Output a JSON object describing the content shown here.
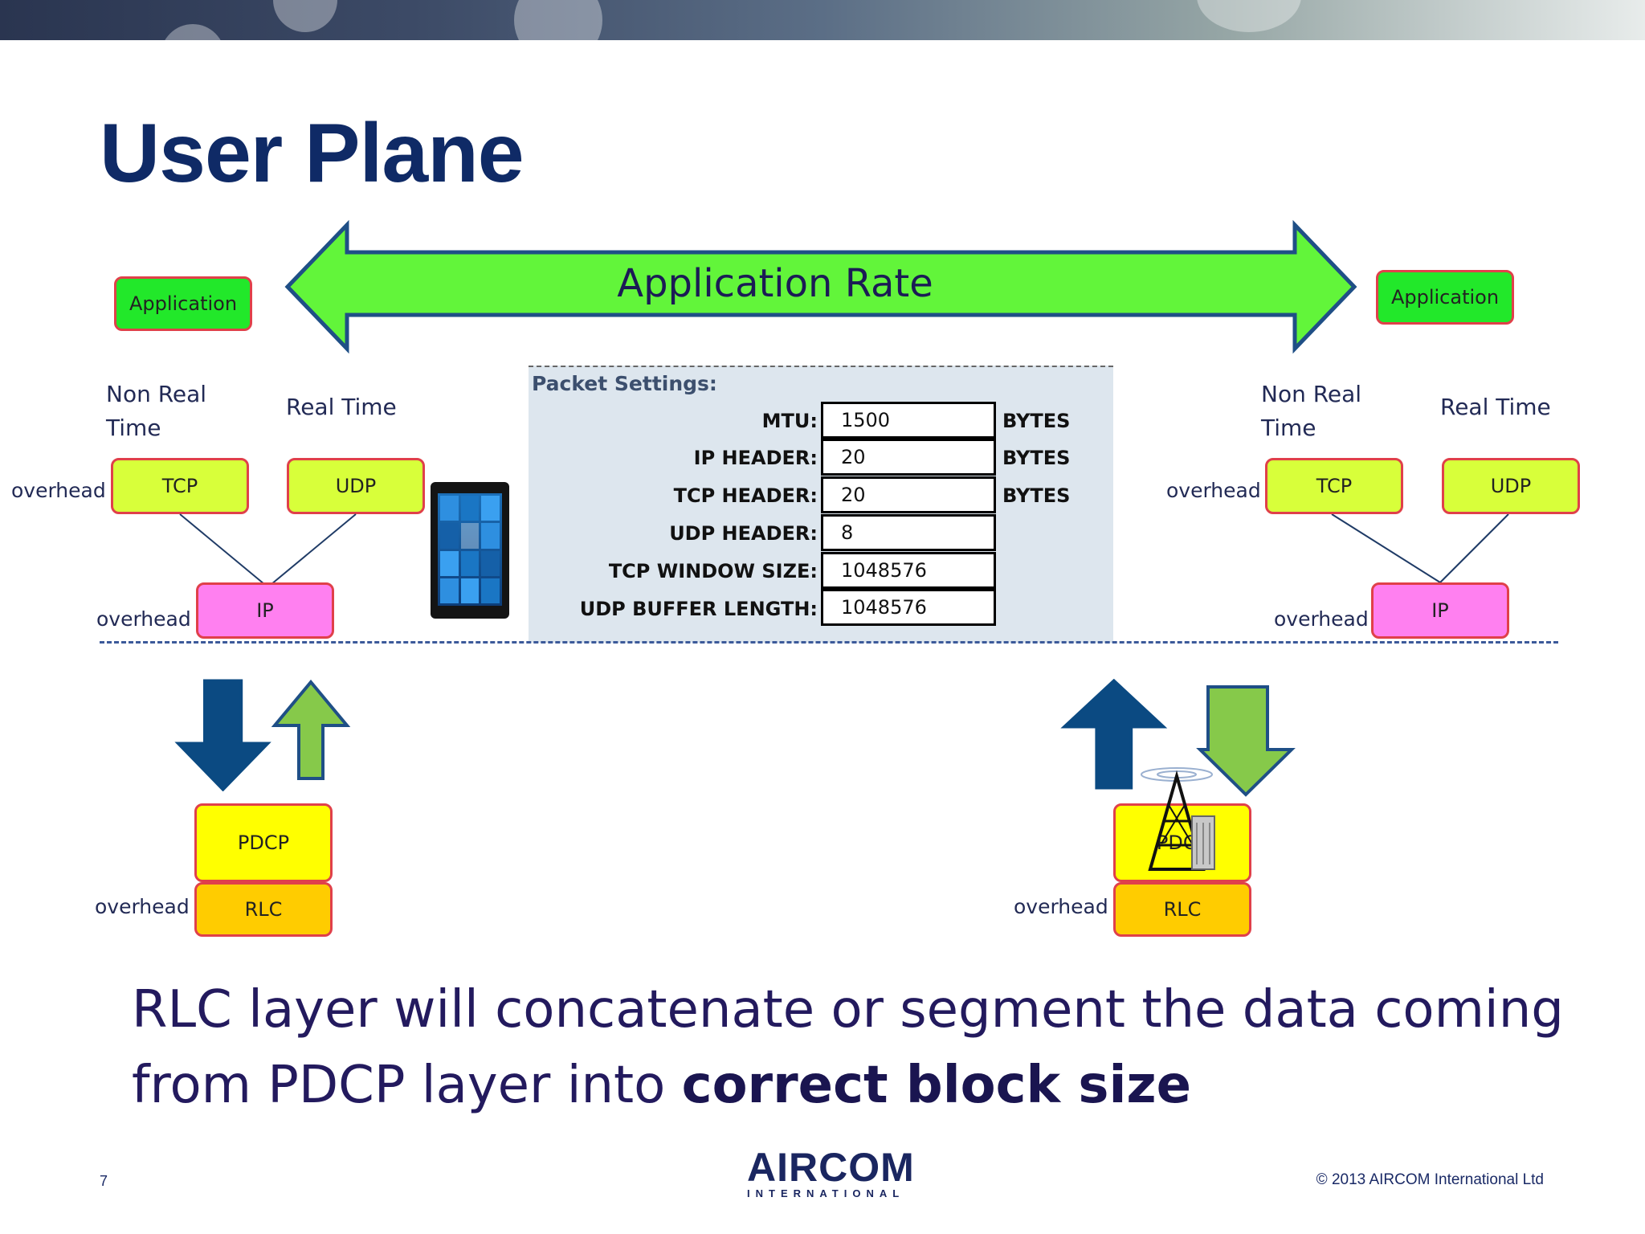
{
  "slide": {
    "title": "User Plane",
    "page_number": "7",
    "copyright": "© 2013 AIRCOM International Ltd",
    "logo_text": "AIRCOM",
    "logo_sub": "INTERNATIONAL"
  },
  "diagram": {
    "app_rate_label": "Application Rate",
    "left": {
      "application": "Application",
      "non_real_time": "Non Real Time",
      "non_real_time_line1": "Non Real",
      "non_real_time_line2": "Time",
      "real_time": "Real Time",
      "tcp": "TCP",
      "udp": "UDP",
      "ip": "IP",
      "pdcp": "PDCP",
      "rlc": "RLC",
      "overhead_tcp": "overhead",
      "overhead_ip": "overhead",
      "overhead_rlc": "overhead"
    },
    "right": {
      "application": "Application",
      "non_real_time_line1": "Non Real",
      "non_real_time_line2": "Time",
      "real_time": "Real Time",
      "tcp": "TCP",
      "udp": "UDP",
      "ip": "IP",
      "pdcp": "PDCP",
      "rlc": "RLC",
      "overhead_tcp": "overhead",
      "overhead_ip": "overhead",
      "overhead_rlc": "overhead"
    },
    "colors": {
      "application": "#22e82a",
      "tcp_udp": "#d8ff3a",
      "ip": "#ff80f0",
      "pdcp": "#ffff00",
      "rlc": "#ffcc00",
      "arrow_blue": "#0b4a82",
      "arrow_green": "#86c94a",
      "rate_arrow": "#62f53a"
    }
  },
  "packet_settings": {
    "title": "Packet Settings:",
    "rows": [
      {
        "label": "MTU:",
        "value": "1500",
        "unit": "BYTES"
      },
      {
        "label": "IP HEADER:",
        "value": "20",
        "unit": "BYTES"
      },
      {
        "label": "TCP HEADER:",
        "value": "20",
        "unit": "BYTES"
      },
      {
        "label": "UDP HEADER:",
        "value": "8",
        "unit": ""
      },
      {
        "label": "TCP WINDOW SIZE:",
        "value": "1048576",
        "unit": ""
      },
      {
        "label": "UDP BUFFER LENGTH:",
        "value": "1048576",
        "unit": ""
      }
    ]
  },
  "body": {
    "line1": "RLC layer will concatenate or segment the data coming",
    "line2_prefix": "from PDCP layer into ",
    "line2_bold": "correct block size"
  }
}
